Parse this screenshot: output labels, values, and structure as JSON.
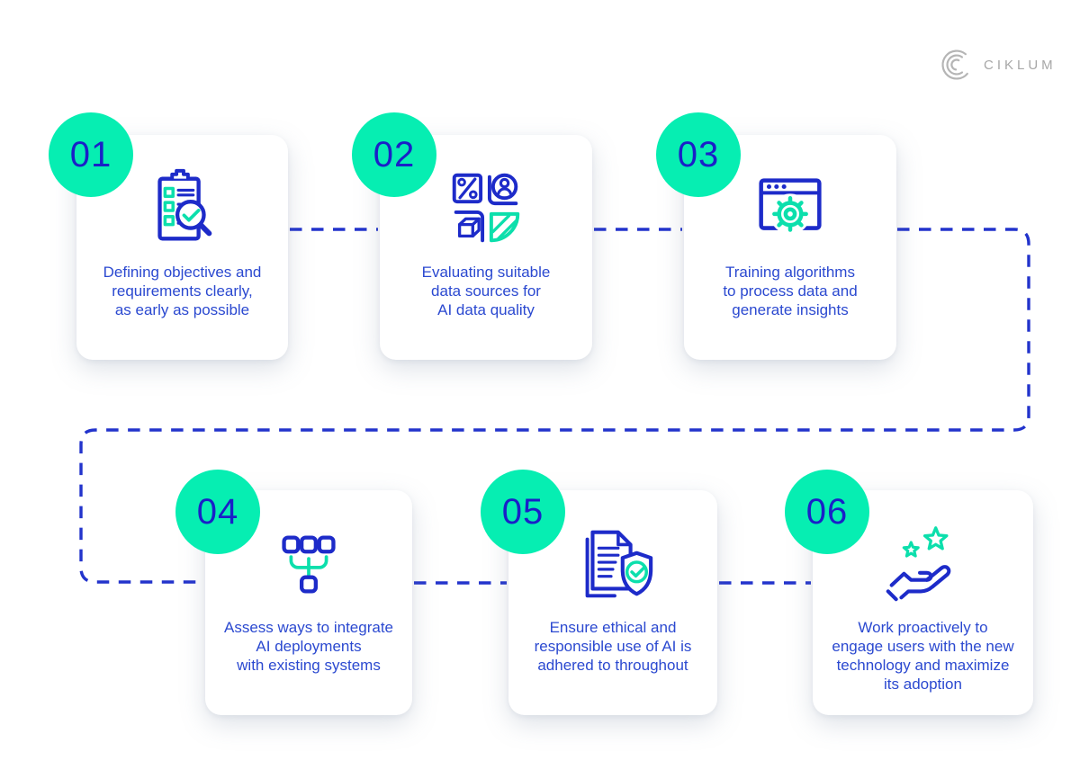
{
  "logo": {
    "brand": "CIKLUM",
    "icon": "ciklum-arcs-logo"
  },
  "colors": {
    "badge_teal": "#06EEB2",
    "icon_teal": "#0CDFAC",
    "icon_blue": "#1D2BC9",
    "number_blue": "#1A20C8",
    "text_blue": "#2B49D0",
    "dash_blue": "#2233CC",
    "logo_gray": "#A7A7A7",
    "card_bg": "#FFFFFF"
  },
  "steps": [
    {
      "number": "01",
      "icon": "checklist-magnifier-icon",
      "label": "Defining objectives and\nrequirements clearly,\nas early as possible"
    },
    {
      "number": "02",
      "icon": "data-sources-icon",
      "label": "Evaluating suitable\ndata sources for\nAI data quality"
    },
    {
      "number": "03",
      "icon": "browser-gear-icon",
      "label": "Training algorithms\nto process data and\ngenerate insights"
    },
    {
      "number": "04",
      "icon": "integration-icon",
      "label": "Assess ways to integrate\nAI deployments\nwith existing systems"
    },
    {
      "number": "05",
      "icon": "document-shield-icon",
      "label": "Ensure ethical and\nresponsible use of AI is\nadhered to throughout"
    },
    {
      "number": "06",
      "icon": "hand-stars-icon",
      "label": "Work proactively to\nengage users with the new\ntechnology and maximize\nits adoption"
    }
  ]
}
